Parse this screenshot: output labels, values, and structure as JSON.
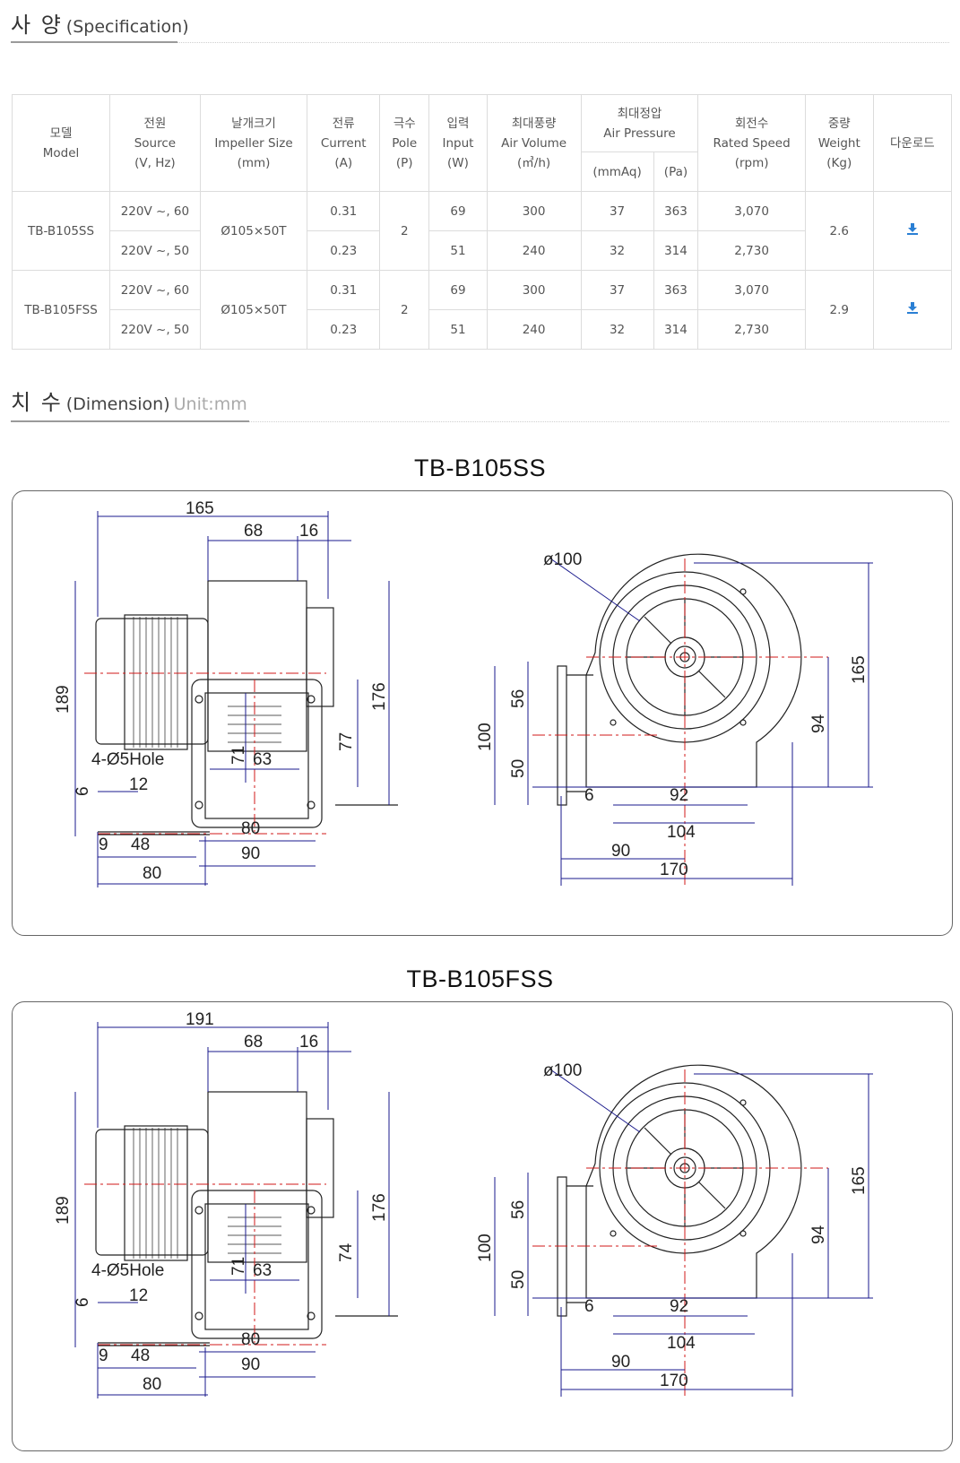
{
  "spec_section": {
    "title_ko": "사 양",
    "title_en": "(Specification)"
  },
  "dimension_section": {
    "title_ko": "치 수",
    "title_en": "(Dimension)",
    "unit": "Unit:mm"
  },
  "table": {
    "headers": {
      "model": {
        "ko": "모델",
        "en": "Model"
      },
      "source": {
        "ko": "전원",
        "en": "Source",
        "unit": "(V, Hz)"
      },
      "impeller": {
        "ko": "날개크기",
        "en": "Impeller Size",
        "unit": "(mm)"
      },
      "current": {
        "ko": "전류",
        "en": "Current",
        "unit": "(A)"
      },
      "pole": {
        "ko": "극수",
        "en": "Pole",
        "unit": "(P)"
      },
      "input": {
        "ko": "입력",
        "en": "Input",
        "unit": "(W)"
      },
      "air_volume": {
        "ko": "최대풍량",
        "en": "Air Volume",
        "unit": "(㎥/h)"
      },
      "air_pressure": {
        "ko": "최대정압",
        "en": "Air Pressure",
        "unit1": "(mmAq)",
        "unit2": "(Pa)"
      },
      "speed": {
        "ko": "회전수",
        "en": "Rated Speed",
        "unit": "(rpm)"
      },
      "weight": {
        "ko": "중량",
        "en": "Weight",
        "unit": "(Kg)"
      },
      "download": {
        "ko": "다운로드"
      }
    },
    "models": [
      {
        "name": "TB-B105SS",
        "impeller": "Ø105×50T",
        "pole": "2",
        "weight": "2.6",
        "rows": [
          {
            "source": "220V ~, 60",
            "current": "0.31",
            "input": "69",
            "volume": "300",
            "mmaq": "37",
            "pa": "363",
            "rpm": "3,070"
          },
          {
            "source": "220V ~, 50",
            "current": "0.23",
            "input": "51",
            "volume": "240",
            "mmaq": "32",
            "pa": "314",
            "rpm": "2,730"
          }
        ]
      },
      {
        "name": "TB-B105FSS",
        "impeller": "Ø105×50T",
        "pole": "2",
        "weight": "2.9",
        "rows": [
          {
            "source": "220V ~, 60",
            "current": "0.31",
            "input": "69",
            "volume": "300",
            "mmaq": "37",
            "pa": "363",
            "rpm": "3,070"
          },
          {
            "source": "220V ~, 50",
            "current": "0.23",
            "input": "51",
            "volume": "240",
            "mmaq": "32",
            "pa": "314",
            "rpm": "2,730"
          }
        ]
      }
    ]
  },
  "drawings": [
    {
      "title": "TB-B105SS",
      "side": {
        "overall": "165",
        "d68": "68",
        "d16": "16",
        "height": "189",
        "h176": "176",
        "h77": "77",
        "d71": "71",
        "d63": "63",
        "hole": "4-Ø5Hole",
        "d12": "12",
        "d6": "6",
        "d9": "9",
        "d48": "48",
        "b80": "80",
        "b90": "90",
        "base80": "80"
      },
      "front": {
        "dia": "ø100",
        "h165": "165",
        "h94": "94",
        "h100": "100",
        "h56": "56",
        "h50": "50",
        "d6": "6",
        "d92": "92",
        "d104": "104",
        "d90": "90",
        "d170": "170"
      }
    },
    {
      "title": "TB-B105FSS",
      "side": {
        "overall": "191",
        "d68": "68",
        "d16": "16",
        "height": "189",
        "h176": "176",
        "h77": "74",
        "d71": "71",
        "d63": "63",
        "hole": "4-Ø5Hole",
        "d12": "12",
        "d6": "6",
        "d9": "9",
        "d48": "48",
        "b80": "80",
        "b90": "90",
        "base80": "80"
      },
      "front": {
        "dia": "ø100",
        "h165": "165",
        "h94": "94",
        "h100": "100",
        "h56": "56",
        "h50": "50",
        "d6": "6",
        "d92": "92",
        "d104": "104",
        "d90": "90",
        "d170": "170"
      }
    }
  ],
  "colors": {
    "dim_line": "#1a1a8c",
    "center_line": "#d01818",
    "outline": "#222222",
    "download_icon": "#2a7fd4"
  }
}
